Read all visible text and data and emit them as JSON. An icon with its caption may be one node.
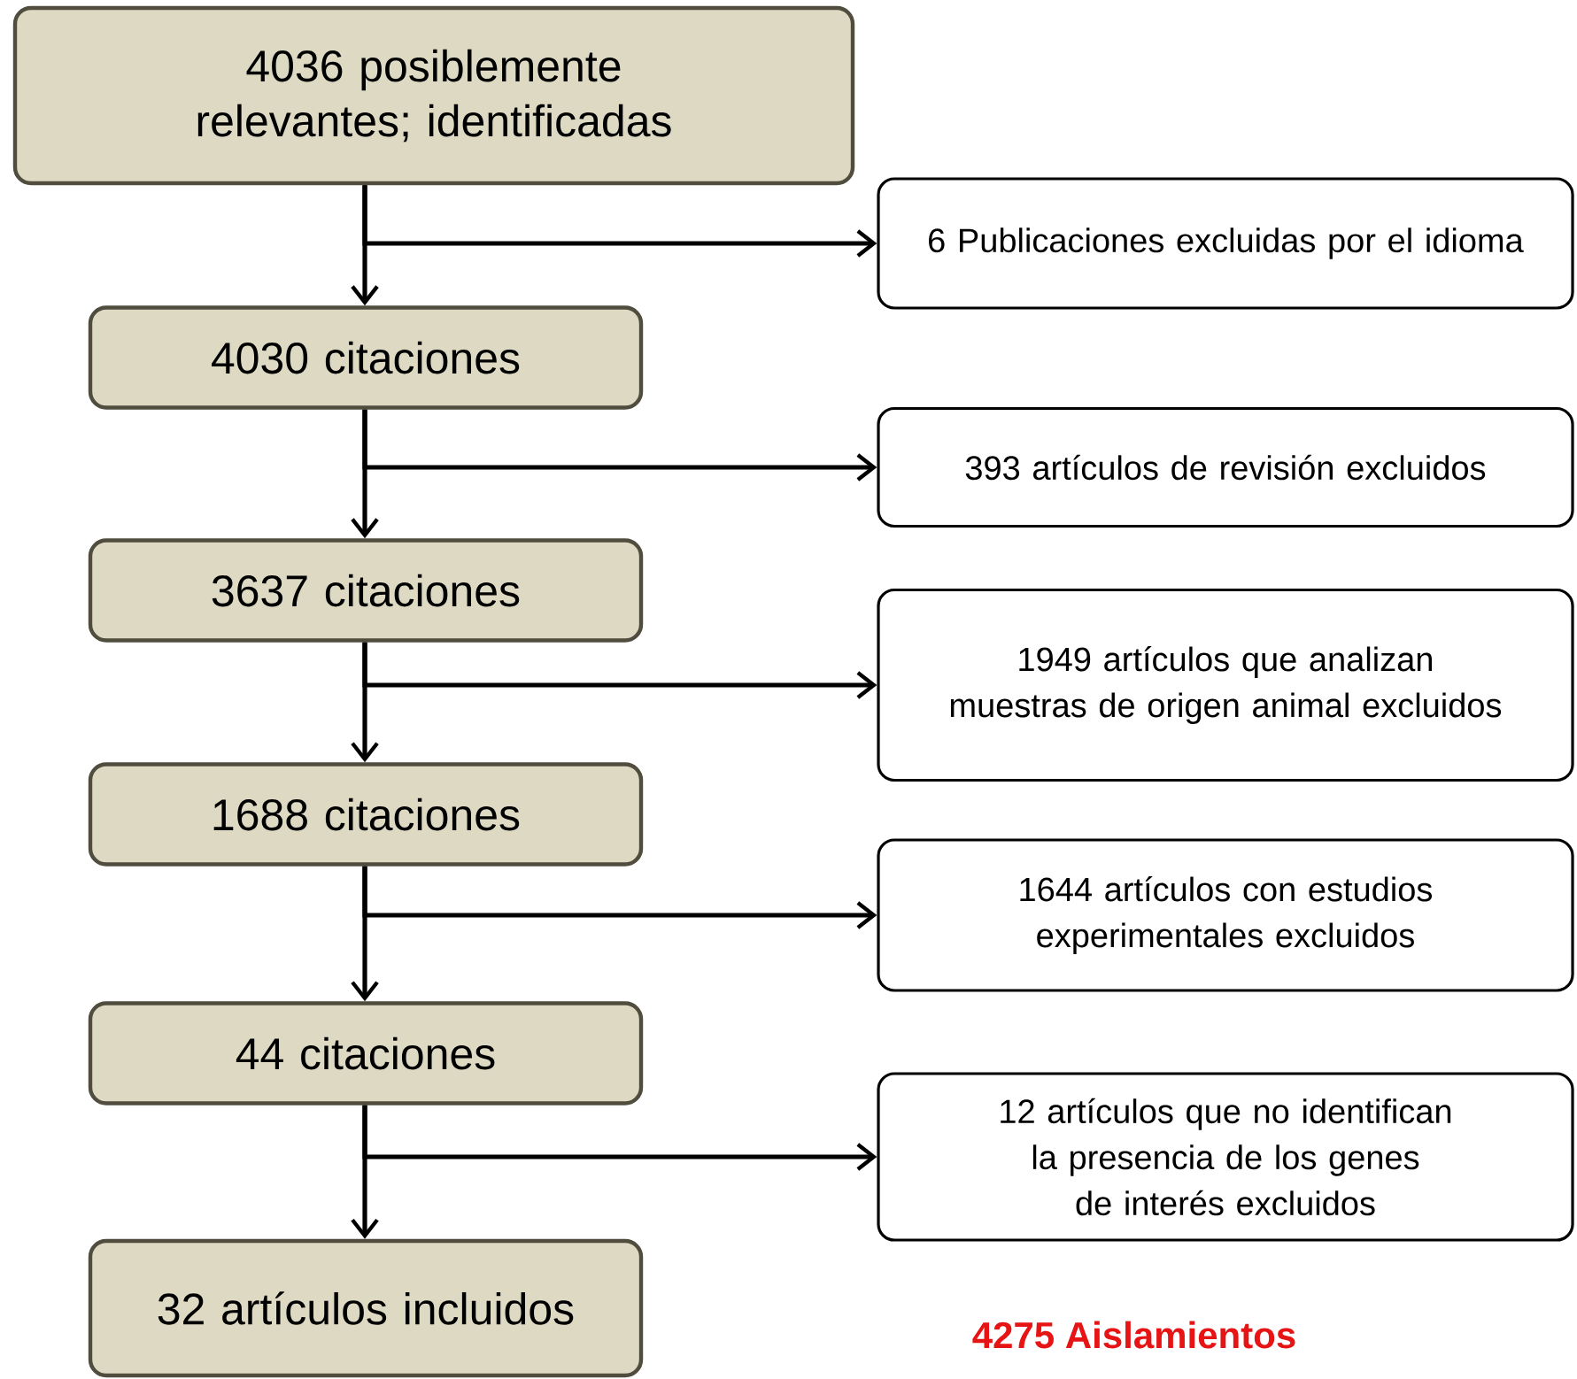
{
  "diagram": {
    "nodes": [
      {
        "text": [
          "4036 posiblemente relevantes; identificadas"
        ]
      },
      {
        "text": [
          "6 Publicaciones excluidas por el idioma"
        ]
      },
      {
        "text": [
          "4030 citaciones"
        ]
      },
      {
        "text": [
          "393 artículos de revisión excluidos"
        ]
      },
      {
        "text": [
          "3637 citaciones"
        ]
      },
      {
        "text": [
          "1949 artículos que analizan muestras de origen animal excluidos"
        ]
      },
      {
        "text": [
          "1688 citaciones"
        ]
      },
      {
        "text": [
          "1644 artículos con estudios experimentales excluidos"
        ]
      },
      {
        "text": [
          "44 citaciones"
        ]
      },
      {
        "text": [
          "12 artículos que no identifican la presencia de los genes de interés excluidos"
        ]
      },
      {
        "text": [
          "32 artículos incluidos"
        ]
      }
    ],
    "edges": [
      {
        "from": 0,
        "to": 1,
        "arrow": "to"
      },
      {
        "from": 0,
        "to": 2,
        "arrow": "to"
      },
      {
        "from": 2,
        "to": 3,
        "arrow": "to"
      },
      {
        "from": 2,
        "to": 4,
        "arrow": "to"
      },
      {
        "from": 4,
        "to": 5,
        "arrow": "to"
      },
      {
        "from": 4,
        "to": 6,
        "arrow": "to"
      },
      {
        "from": 6,
        "to": 7,
        "arrow": "to"
      },
      {
        "from": 6,
        "to": 8,
        "arrow": "to"
      },
      {
        "from": 8,
        "to": 9,
        "arrow": "to"
      },
      {
        "from": 8,
        "to": 10,
        "arrow": "to"
      }
    ],
    "labels": [
      "4275 Aislamientos"
    ]
  }
}
